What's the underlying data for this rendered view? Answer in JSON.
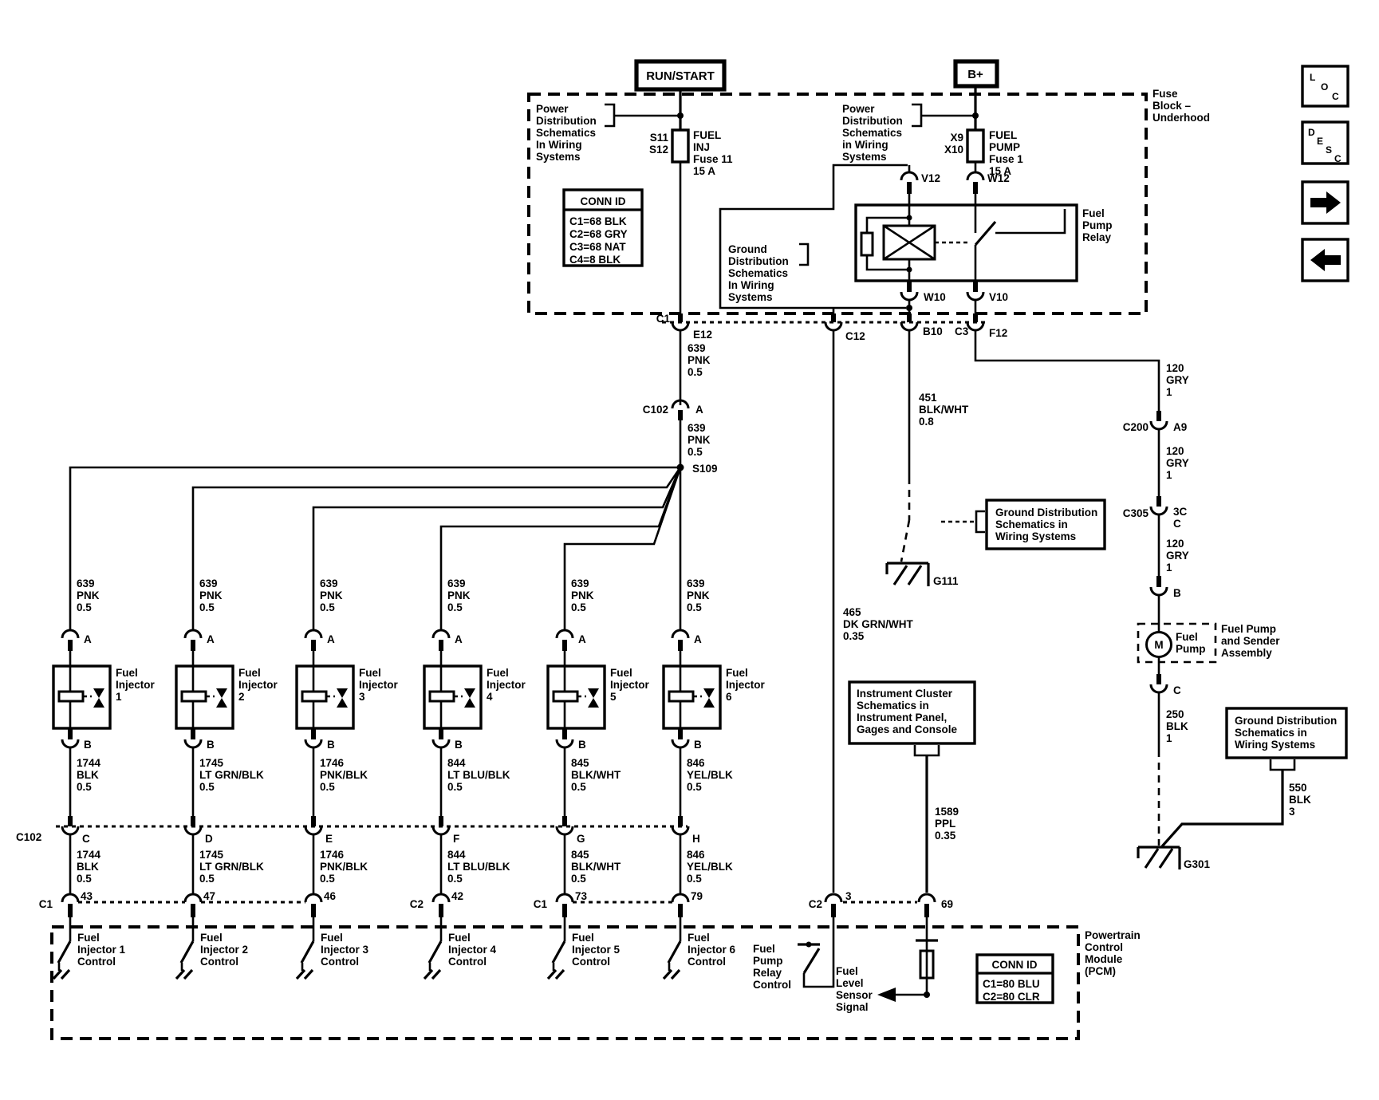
{
  "nav": {
    "loc_letters": [
      "L",
      "O",
      "C"
    ],
    "desc_letters": [
      "D",
      "E",
      "S",
      "C"
    ]
  },
  "header": {
    "run_start": "RUN/START",
    "b_plus": "B+",
    "fuse_block_label": "Fuse\nBlock –\nUnderhood",
    "power_dist_left": "Power\nDistribution\nSchematics\nIn Wiring\nSystems",
    "power_dist_right": "Power\nDistribution\nSchematics\nin Wiring\nSystems",
    "ground_dist_left": "Ground\nDistribution\nSchematics\nIn Wiring\nSystems",
    "fuse_inj_cavities": "S11\nS12",
    "fuse_inj_name": "FUEL\nINJ\nFuse 11\n15 A",
    "fuse_pump_cavities": "X9\nX10",
    "fuse_pump_name": "FUEL\nPUMP\nFuse 1\n15 A",
    "conn_id": {
      "title": "CONN ID",
      "rows": [
        "C1=68 BLK",
        "C2=68 GRY",
        "C3=68 NAT",
        "C4=8 BLK"
      ]
    },
    "relay_name": "Fuel\nPump\nRelay",
    "relay_pins": {
      "v12": "V12",
      "w12": "W12",
      "w10": "W10",
      "v10": "V10"
    }
  },
  "connector_row": {
    "c1": "C1",
    "e12": "E12",
    "c12": "C12",
    "b10": "B10",
    "c3": "C3",
    "f12": "F12"
  },
  "center": {
    "wire_639_a": "639\nPNK\n0.5",
    "c102": "C102",
    "c102_pin": "A",
    "wire_639_b": "639\nPNK\n0.5",
    "splice": "S109",
    "wire_451": "451\nBLK/WHT\n0.8",
    "g111": "G111",
    "ground_dist_mid": "Ground Distribution\nSchematics in\nWiring Systems",
    "wire_465": "465\nDK GRN/WHT\n0.35",
    "instrument_cluster": "Instrument Cluster\nSchematics in\nInstrument Panel,\nGages and Console",
    "wire_1589": "1589\nPPL\n0.35"
  },
  "right": {
    "wire_120_1": "120\nGRY\n1",
    "wire_120_2": "120\nGRY\n1",
    "wire_120_3": "120\nGRY\n1",
    "c200": "C200",
    "c200_pin": "A9",
    "c305": "C305",
    "c305_pin": "3C\nC",
    "pin_b": "B",
    "motor": "M",
    "fuel_pump": "Fuel\nPump",
    "assembly": "Fuel Pump\nand Sender\nAssembly",
    "pin_c": "C",
    "wire_250": "250\nBLK\n1",
    "ground_dist_right": "Ground Distribution\nSchematics in\nWiring Systems",
    "wire_550": "550\nBLK\n3",
    "g301": "G301"
  },
  "injectors": [
    {
      "wire_top": "639\nPNK\n0.5",
      "pin_a": "A",
      "name": "Fuel\nInjector\n1",
      "pin_b": "B",
      "wire_mid": "1744\nBLK\n0.5",
      "row_pin": "C",
      "wire_low": "1744\nBLK\n0.5",
      "pcm_conn": "C1",
      "pcm_pin": "43",
      "control": "Fuel\nInjector 1\nControl"
    },
    {
      "wire_top": "639\nPNK\n0.5",
      "pin_a": "A",
      "name": "Fuel\nInjector\n2",
      "pin_b": "B",
      "wire_mid": "1745\nLT GRN/BLK\n0.5",
      "row_pin": "D",
      "wire_low": "1745\nLT GRN/BLK\n0.5",
      "pcm_pin": "47",
      "control": "Fuel\nInjector 2\nControl"
    },
    {
      "wire_top": "639\nPNK\n0.5",
      "pin_a": "A",
      "name": "Fuel\nInjector\n3",
      "pin_b": "B",
      "wire_mid": "1746\nPNK/BLK\n0.5",
      "row_pin": "E",
      "wire_low": "1746\nPNK/BLK\n0.5",
      "pcm_pin": "46",
      "control": "Fuel\nInjector 3\nControl"
    },
    {
      "wire_top": "639\nPNK\n0.5",
      "pin_a": "A",
      "name": "Fuel\nInjector\n4",
      "pin_b": "B",
      "wire_mid": "844\nLT BLU/BLK\n0.5",
      "row_pin": "F",
      "wire_low": "844\nLT BLU/BLK\n0.5",
      "pcm_conn": "C2",
      "pcm_pin": "42",
      "control": "Fuel\nInjector 4\nControl"
    },
    {
      "wire_top": "639\nPNK\n0.5",
      "pin_a": "A",
      "name": "Fuel\nInjector\n5",
      "pin_b": "B",
      "wire_mid": "845\nBLK/WHT\n0.5",
      "row_pin": "G",
      "wire_low": "845\nBLK/WHT\n0.5",
      "pcm_conn": "C1",
      "pcm_pin": "73",
      "control": "Fuel\nInjector 5\nControl"
    },
    {
      "wire_top": "639\nPNK\n0.5",
      "pin_a": "A",
      "name": "Fuel\nInjector\n6",
      "pin_b": "B",
      "wire_mid": "846\nYEL/BLK\n0.5",
      "row_pin": "H",
      "wire_low": "846\nYEL/BLK\n0.5",
      "pcm_pin": "79",
      "control": "Fuel\nInjector 6\nControl"
    }
  ],
  "pcm": {
    "c102_label": "C102",
    "relay_control": "Fuel\nPump\nRelay\nControl",
    "pin3_conn": "C2",
    "pin3": "3",
    "pin69": "69",
    "level_signal": "Fuel\nLevel\nSensor\nSignal",
    "conn_id": {
      "title": "CONN ID",
      "rows": [
        "C1=80 BLU",
        "C2=80 CLR"
      ]
    },
    "name": "Powertrain\nControl\nModule\n(PCM)"
  }
}
